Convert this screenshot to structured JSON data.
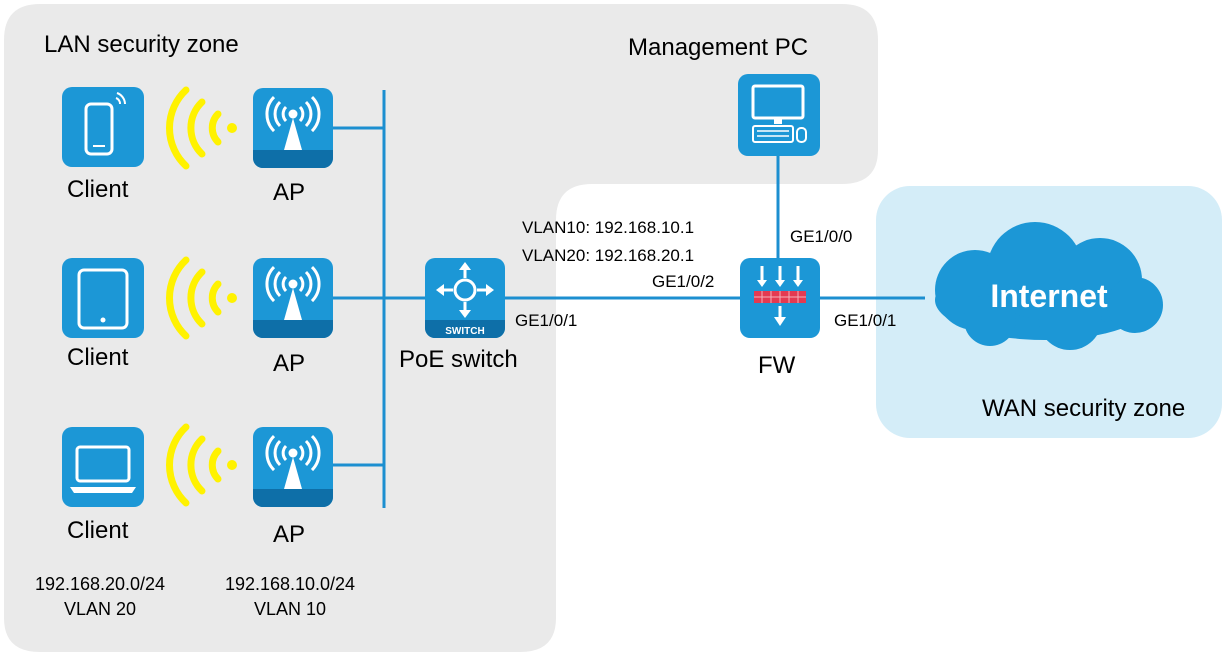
{
  "zones": {
    "lan": "LAN security zone",
    "management": "Management PC",
    "wan": "WAN security zone"
  },
  "clients": [
    {
      "label": "Client",
      "icon": "smartphone-icon"
    },
    {
      "label": "Client",
      "icon": "tablet-icon"
    },
    {
      "label": "Client",
      "icon": "laptop-icon"
    }
  ],
  "aps": [
    {
      "label": "AP",
      "icon": "access-point-icon"
    },
    {
      "label": "AP",
      "icon": "access-point-icon"
    },
    {
      "label": "AP",
      "icon": "access-point-icon"
    }
  ],
  "switch": {
    "label": "PoE switch",
    "badge": "SWITCH",
    "port": "GE1/0/1",
    "icon": "switch-icon"
  },
  "firewall": {
    "label": "FW",
    "port_lan": "GE1/0/2",
    "port_mgmt": "GE1/0/0",
    "port_wan": "GE1/0/1",
    "vlan10_ip": "VLAN10: 192.168.10.1",
    "vlan20_ip": "VLAN20: 192.168.20.1",
    "icon": "firewall-icon"
  },
  "internet": {
    "label": "Internet",
    "icon": "cloud-icon"
  },
  "subnets": {
    "client_net": "192.168.20.0/24",
    "client_vlan": "VLAN 20",
    "ap_net": "192.168.10.0/24",
    "ap_vlan": "VLAN 10"
  },
  "colors": {
    "device_blue": "#1C97D6",
    "device_dark": "#0E6FA8",
    "link": "#1C8FD0",
    "wifi": "#FFF200",
    "lan_zone": "#EAEAEA",
    "wan_zone": "#D4EDF8",
    "fw_red": "#E43A51"
  }
}
